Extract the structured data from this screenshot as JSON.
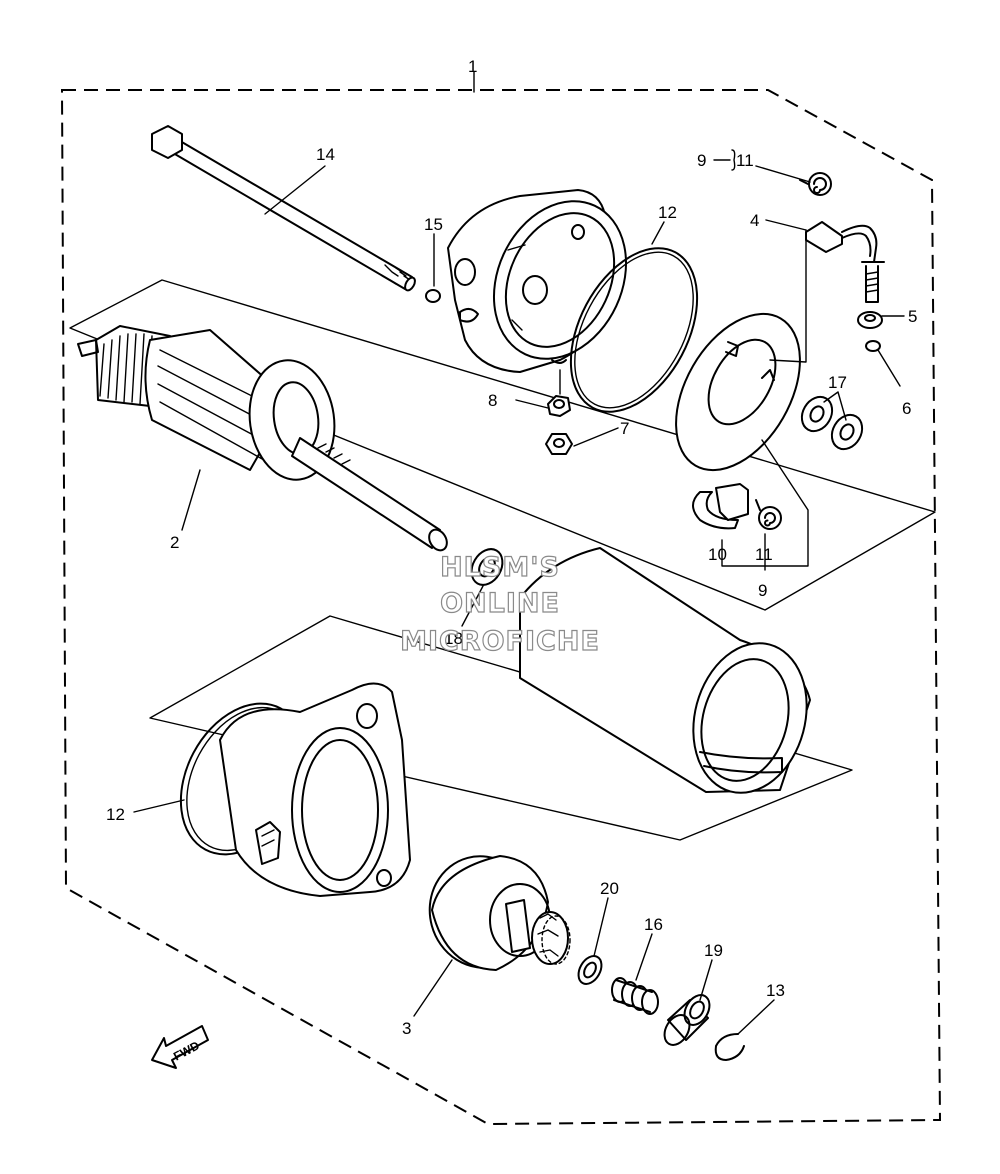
{
  "labels": {
    "assembly": "1",
    "armature": "2",
    "front_cover": "3",
    "brush_lead": "4",
    "washer_5": "5",
    "oring_6": "6",
    "nut_7": "7",
    "washer_8": "8",
    "brush_set_9_top": "9",
    "brush_set_9_bottom": "9",
    "brush_10": "10",
    "spring_11_top": "11",
    "spring_11_bottom": "11",
    "oring_12_top": "12",
    "oring_12_bottom": "12",
    "circlip_13": "13",
    "bolt_14": "14",
    "oring_15": "15",
    "spring_16": "16",
    "washer_17": "17",
    "oring_18": "18",
    "collar_19": "19",
    "washer_20": "20"
  },
  "fwd_arrow": {
    "text": "FWD"
  },
  "watermark": {
    "line1": "HLSM'S",
    "line2": "ONLINE",
    "line3": "MICROFICHE"
  }
}
